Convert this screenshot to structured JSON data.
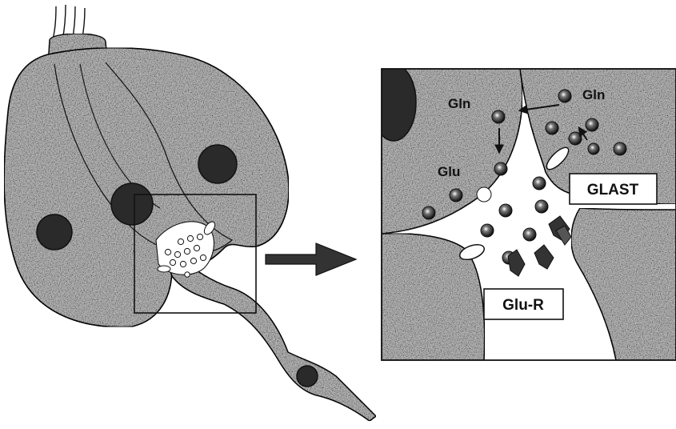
{
  "labels": {
    "gln_left": "Gln",
    "gln_right": "Gln",
    "glu": "Glu",
    "glast": "GLAST",
    "glu_r": "Glu-R"
  },
  "colors": {
    "cell_fill": "#b9b9b9",
    "nucleus_fill": "#2a2a2a",
    "outline": "#111111",
    "cleft": "#ffffff"
  }
}
